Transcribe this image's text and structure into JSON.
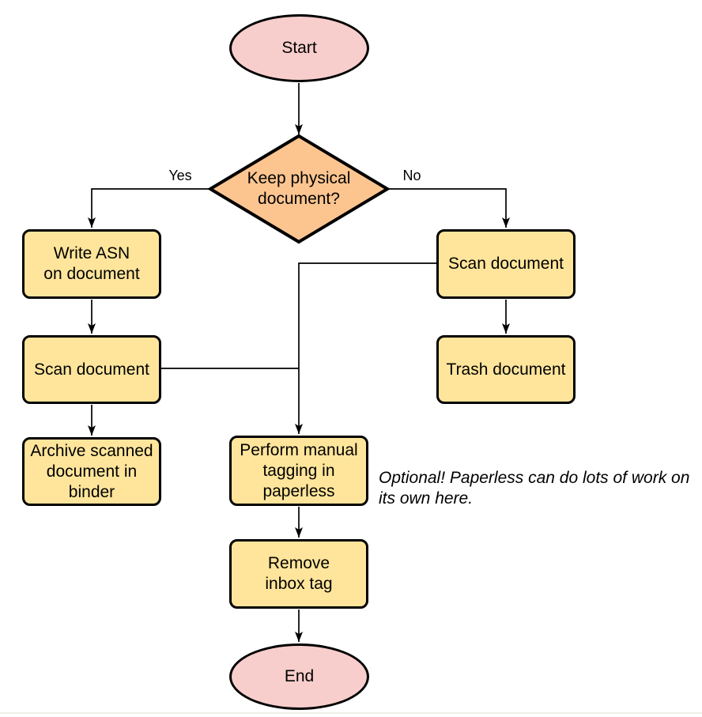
{
  "diagram": {
    "type": "flowchart",
    "nodes": {
      "start": {
        "label": "Start",
        "shape": "terminal"
      },
      "decision": {
        "label": "Keep physical\ndocument?",
        "shape": "decision"
      },
      "write_asn": {
        "label": "Write ASN\non document",
        "shape": "process"
      },
      "scan_left": {
        "label": "Scan document",
        "shape": "process"
      },
      "archive": {
        "label": "Archive scanned\ndocument in\nbinder",
        "shape": "process"
      },
      "scan_right": {
        "label": "Scan document",
        "shape": "process"
      },
      "trash": {
        "label": "Trash document",
        "shape": "process"
      },
      "tagging": {
        "label": "Perform manual\ntagging in\npaperless",
        "shape": "process"
      },
      "remove_inbox": {
        "label": "Remove\ninbox tag",
        "shape": "process"
      },
      "end": {
        "label": "End",
        "shape": "terminal"
      }
    },
    "edge_labels": {
      "yes": "Yes",
      "no": "No"
    },
    "annotation": "Optional! Paperless can do lots of work on\nits own here.",
    "colors": {
      "terminal_fill": "#f8cecc",
      "decision_fill": "#fcc590",
      "process_fill": "#ffe59b",
      "stroke": "#000000",
      "background": "#ffffff"
    }
  }
}
